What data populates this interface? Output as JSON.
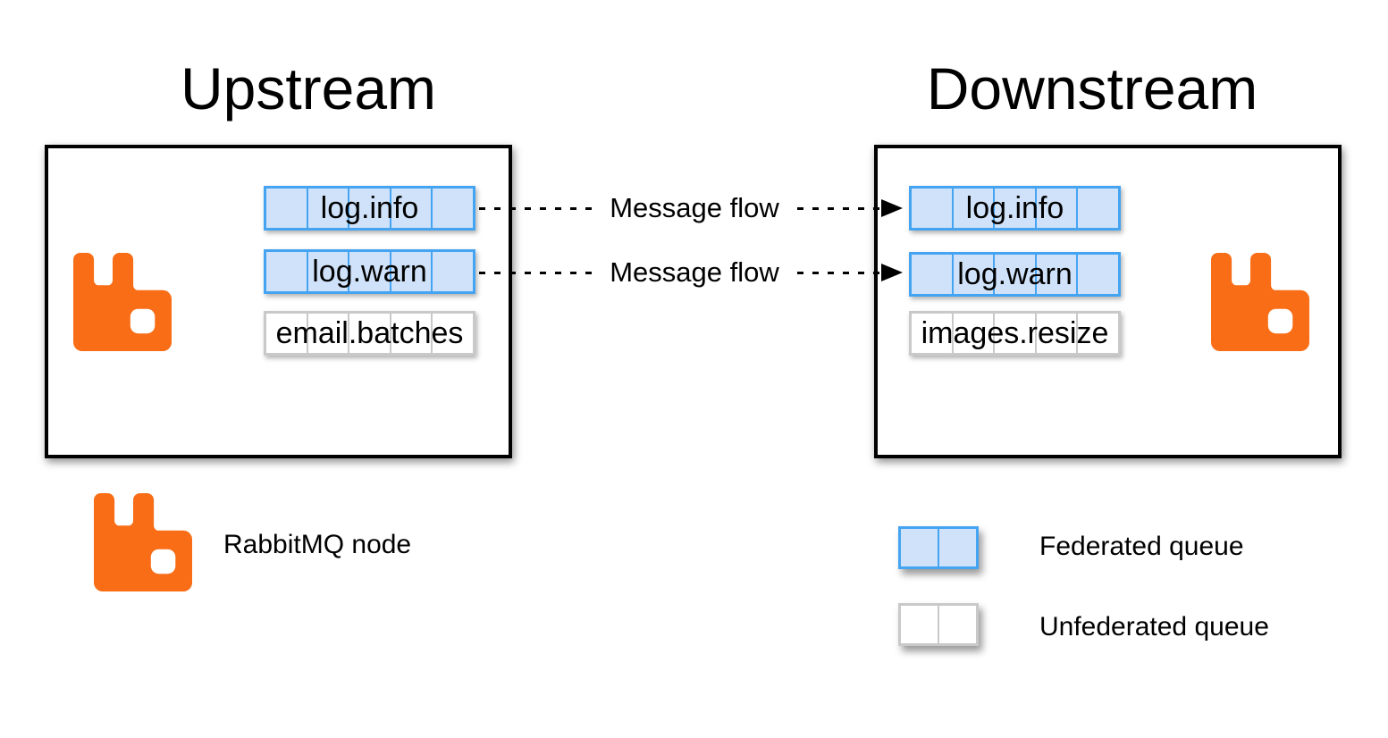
{
  "diagram": {
    "upstream": {
      "title": "Upstream",
      "queues": [
        {
          "label": "log.info",
          "type": "federated"
        },
        {
          "label": "log.warn",
          "type": "federated"
        },
        {
          "label": "email.batches",
          "type": "unfederated"
        }
      ]
    },
    "downstream": {
      "title": "Downstream",
      "queues": [
        {
          "label": "log.info",
          "type": "federated"
        },
        {
          "label": "log.warn",
          "type": "federated"
        },
        {
          "label": "images.resize",
          "type": "unfederated"
        }
      ]
    },
    "flows": [
      {
        "label": "Message flow",
        "from": "log.info",
        "to": "log.info"
      },
      {
        "label": "Message flow",
        "from": "log.warn",
        "to": "log.warn"
      }
    ],
    "legend": {
      "rabbitmq_node_label": "RabbitMQ node",
      "federated_queue_label": "Federated queue",
      "unfederated_queue_label": "Unfederated queue"
    },
    "queue_cells": 5,
    "colors": {
      "rabbit_orange": "#f86d15",
      "federated_border": "#45a4f2",
      "federated_fill": "#cfe2f9",
      "unfederated_border": "#c9c9c9",
      "unfederated_fill": "#ffffff",
      "box_border": "#000000"
    }
  }
}
